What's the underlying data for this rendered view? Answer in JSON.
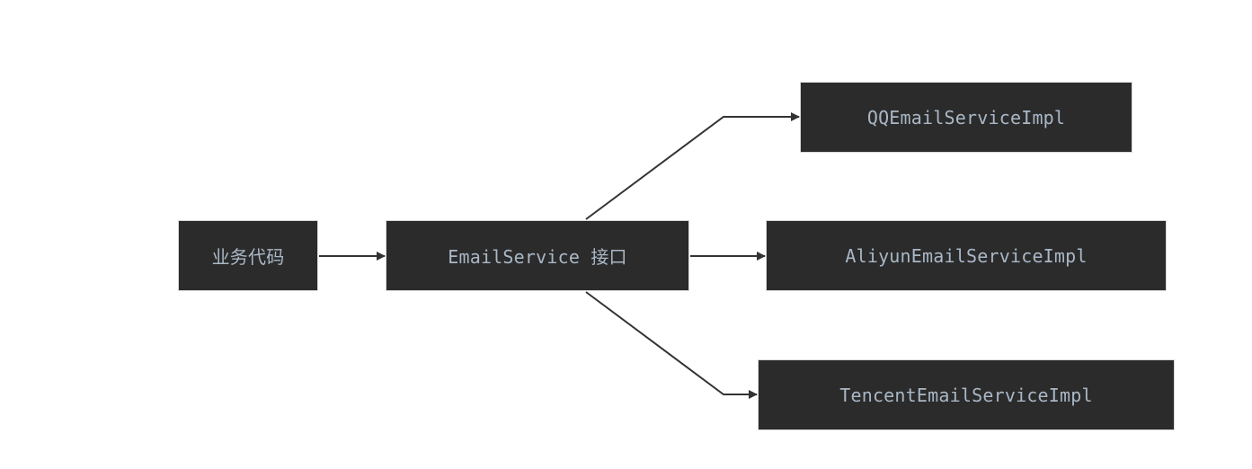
{
  "nodes": {
    "business_code": "业务代码",
    "email_service_interface": "EmailService 接口",
    "qq_impl": "QQEmailServiceImpl",
    "aliyun_impl": "AliyunEmailServiceImpl",
    "tencent_impl": "TencentEmailServiceImpl"
  },
  "edges": [
    {
      "from": "business_code",
      "to": "email_service_interface"
    },
    {
      "from": "email_service_interface",
      "to": "qq_impl"
    },
    {
      "from": "email_service_interface",
      "to": "aliyun_impl"
    },
    {
      "from": "email_service_interface",
      "to": "tencent_impl"
    }
  ],
  "colors": {
    "node_fill": "#2b2b2b",
    "node_text": "#a9b7c6",
    "node_border": "#d9d9d9",
    "edge": "#333333"
  }
}
